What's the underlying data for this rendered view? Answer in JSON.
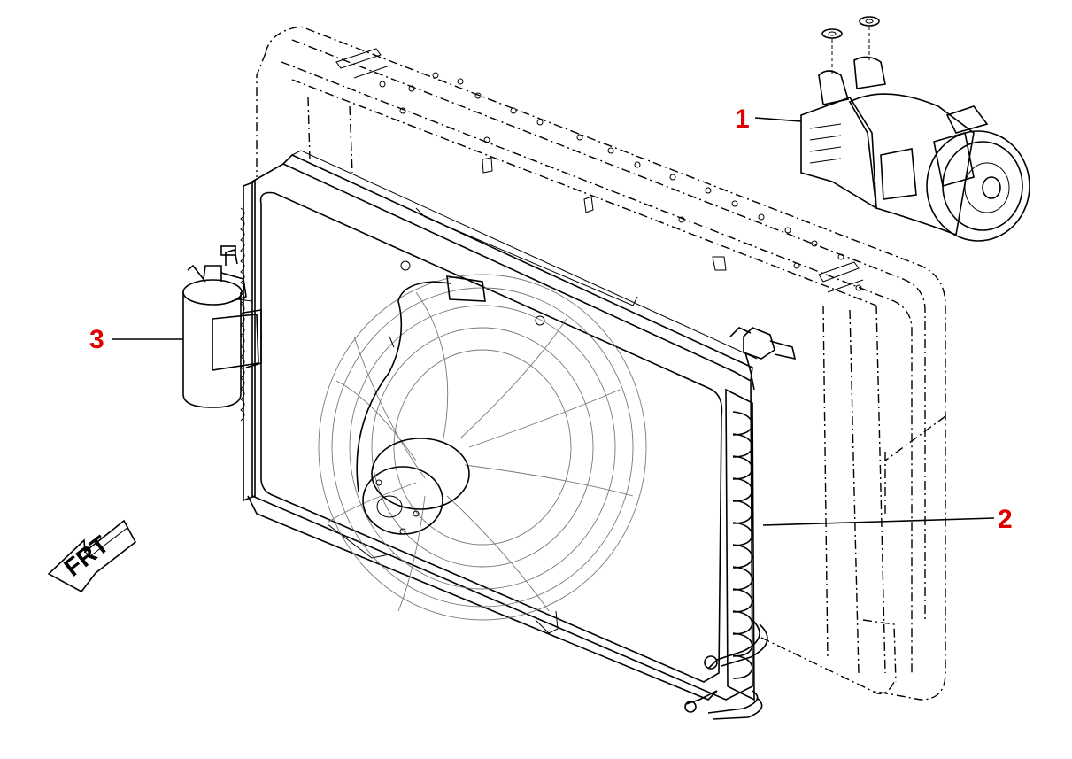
{
  "callouts": [
    {
      "id": "1",
      "label": "1"
    },
    {
      "id": "2",
      "label": "2"
    },
    {
      "id": "3",
      "label": "3"
    }
  ],
  "direction_arrow": {
    "label": "FRT"
  },
  "colors": {
    "callout": "#e00000",
    "line": "#000000",
    "background": "#ffffff"
  }
}
